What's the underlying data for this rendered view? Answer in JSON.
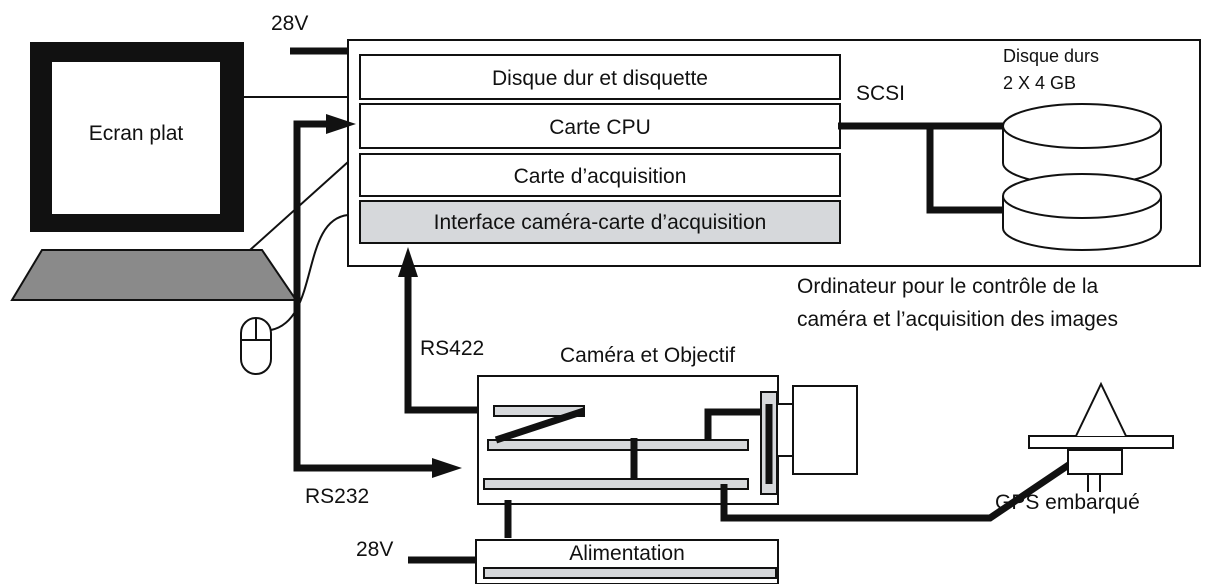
{
  "power": {
    "top_voltage": "28V",
    "bottom_voltage": "28V"
  },
  "monitor": {
    "label": "Ecran plat"
  },
  "computer": {
    "slots": {
      "disk": "Disque dur et disquette",
      "cpu": "Carte CPU",
      "acquisition": "Carte d’acquisition",
      "interface": "Interface caméra-carte d’acquisition"
    },
    "caption_line1": "Ordinateur pour le contrôle de la",
    "caption_line2": "caméra et l’acquisition des images"
  },
  "storage": {
    "bus_label": "SCSI",
    "title_line1": "Disque durs",
    "title_line2": "2 X 4 GB"
  },
  "links": {
    "rs422": "RS422",
    "rs232": "RS232"
  },
  "camera": {
    "label": "Caméra et Objectif"
  },
  "power_supply": {
    "label": "Alimentation"
  },
  "gps": {
    "label": "GPS embarqué"
  }
}
